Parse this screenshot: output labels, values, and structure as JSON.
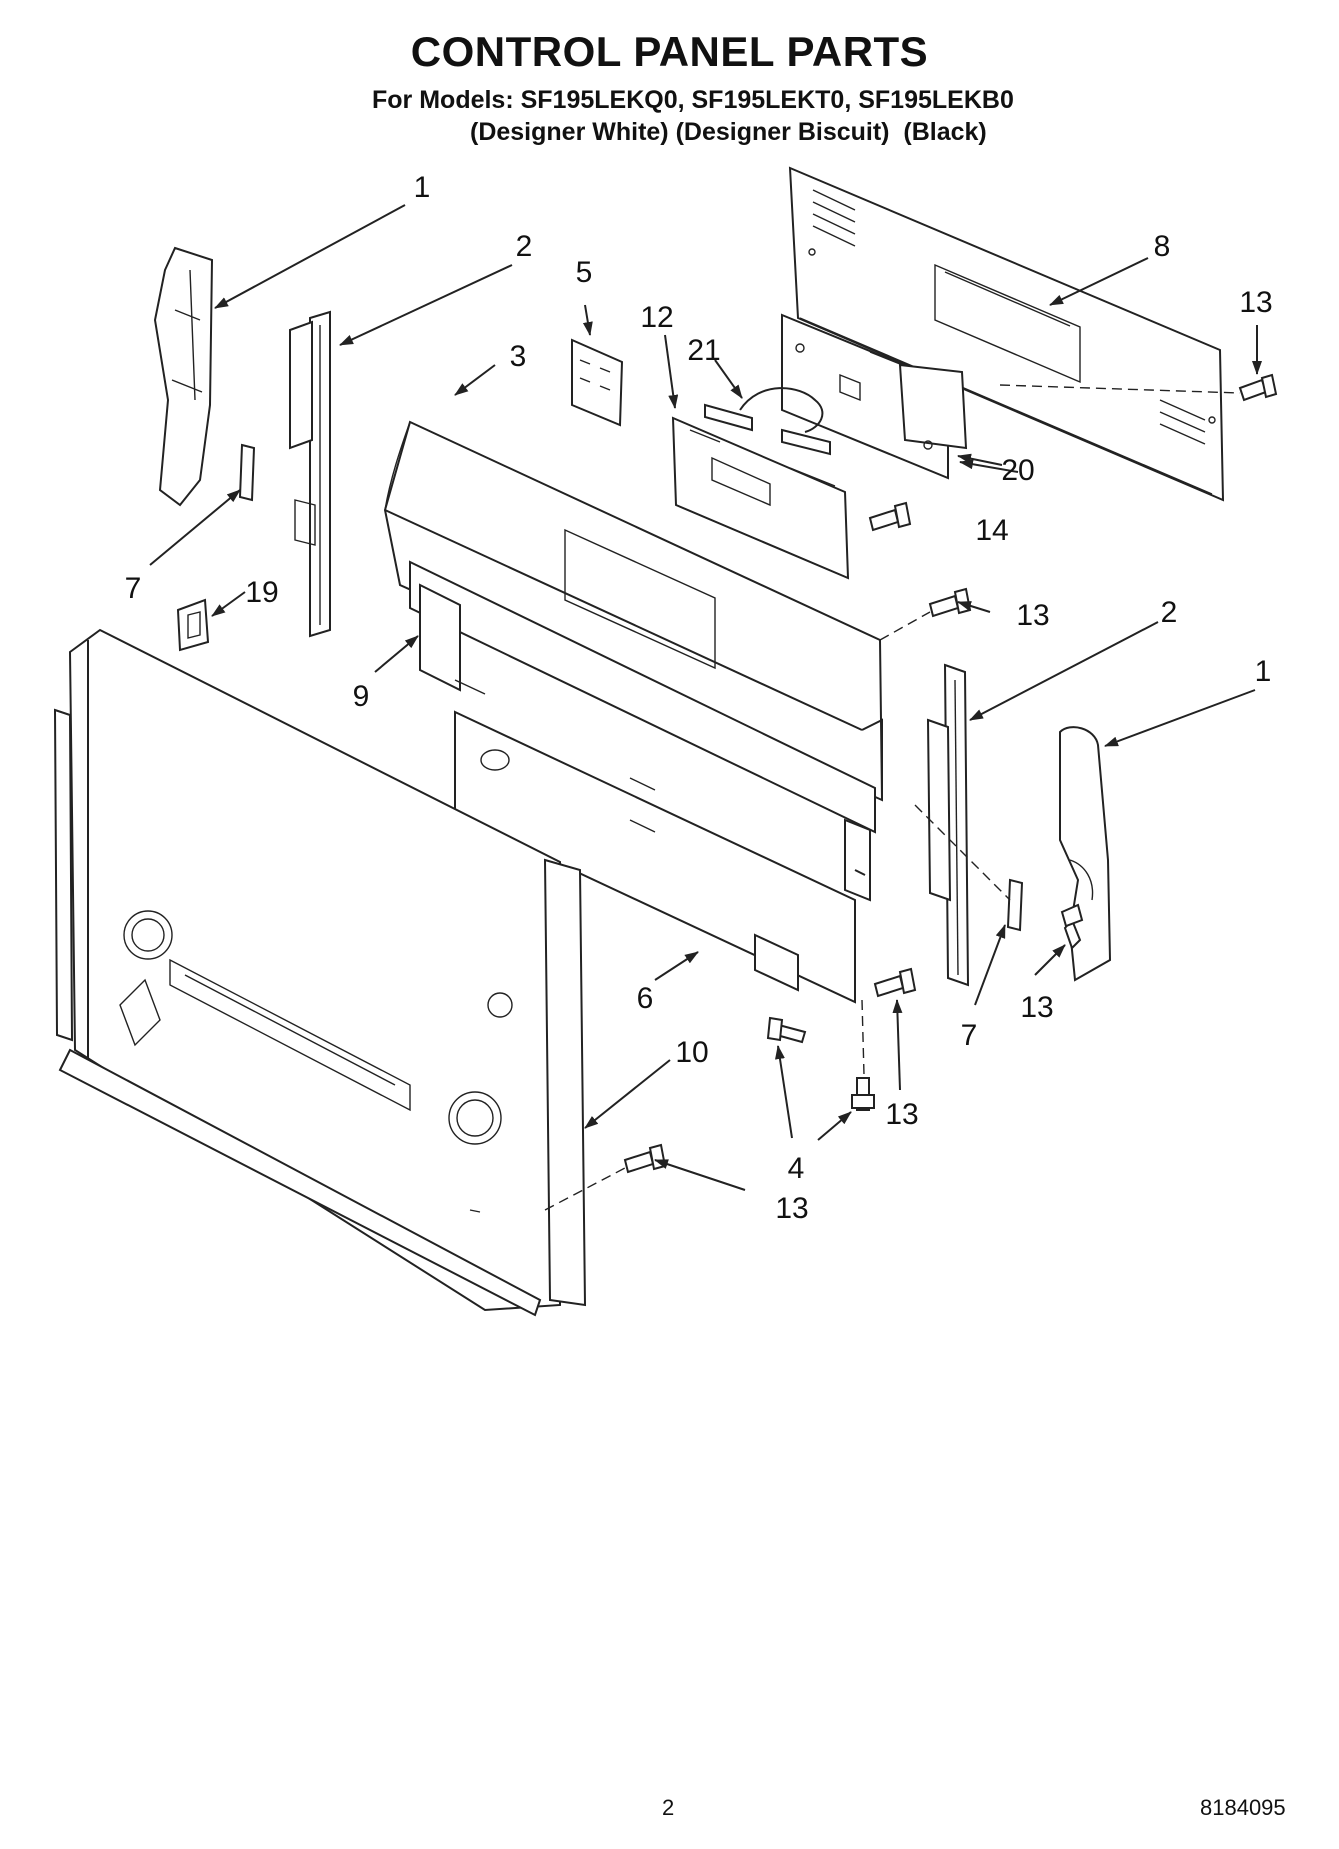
{
  "header": {
    "title": "CONTROL PANEL PARTS",
    "models_line": "For Models: SF195LEKQ0, SF195LEKT0, SF195LEKB0",
    "variants_line": "(Designer White) (Designer Biscuit)  (Black)"
  },
  "callouts": {
    "c1_left": "1",
    "c2_left": "2",
    "c3": "3",
    "c4": "4",
    "c5": "5",
    "c6": "6",
    "c7_left": "7",
    "c7_right": "7",
    "c8": "8",
    "c9": "9",
    "c10": "10",
    "c12": "12",
    "c13_top_right": "13",
    "c13_mid": "13",
    "c13_right_bracket": "13",
    "c13_lower_mid": "13",
    "c13_bottom": "13",
    "c14": "14",
    "c19": "19",
    "c20": "20",
    "c21": "21",
    "c1_right": "1",
    "c2_right": "2"
  },
  "footer": {
    "page_number": "2",
    "document_number": "8184095"
  }
}
